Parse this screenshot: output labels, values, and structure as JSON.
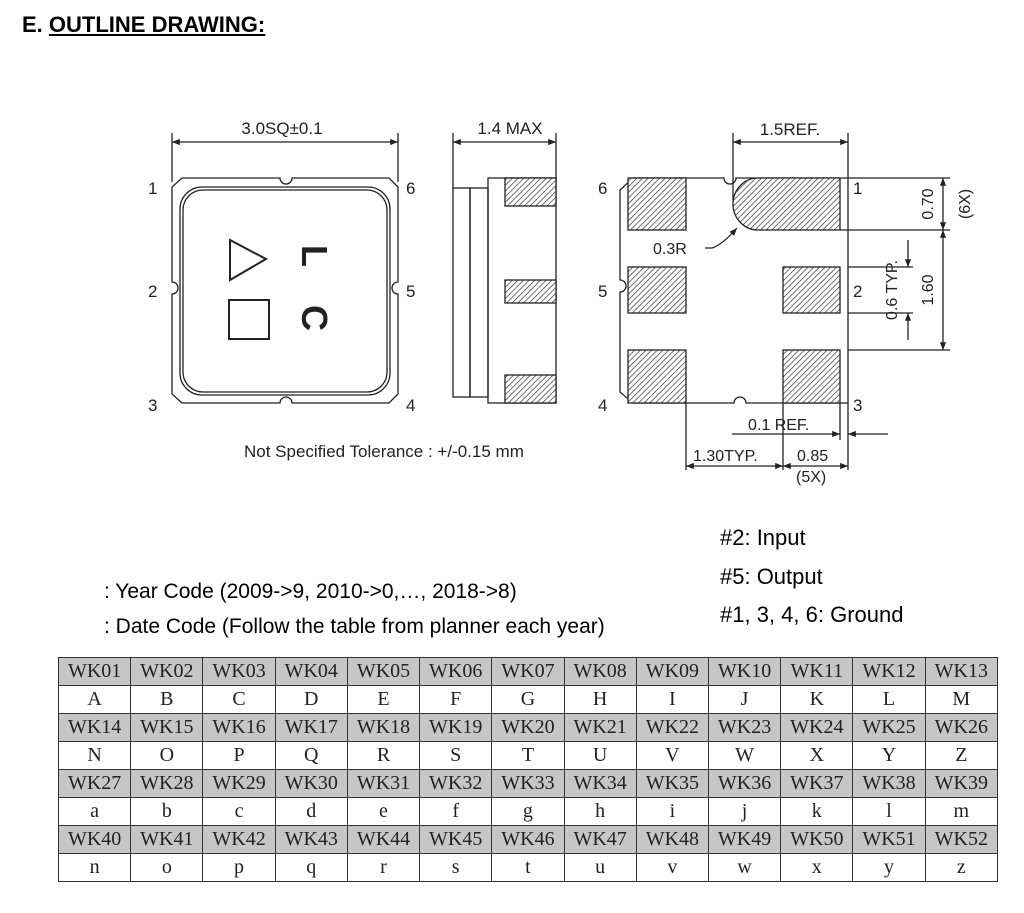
{
  "section": {
    "prefix": "E.",
    "title": "OUTLINE DRAWING:"
  },
  "drawing": {
    "top_view": {
      "dimension": "3.0SQ±0.1",
      "pins": [
        "1",
        "2",
        "3",
        "4",
        "5",
        "6"
      ],
      "marking": [
        "L",
        "C"
      ]
    },
    "side_view": {
      "dimension": "1.4 MAX"
    },
    "bottom_view": {
      "pins": [
        "1",
        "2",
        "3",
        "4",
        "5",
        "6"
      ],
      "dim_top": "1.5REF.",
      "dim_radius": "0.3R",
      "dim_pad_height": "0.70",
      "dim_pad_count": "(6X)",
      "dim_pitch": "1.60",
      "dim_side_pad": "0.6 TYP.",
      "dim_offset": "0.1 REF.",
      "dim_gap": "1.30TYP.",
      "dim_width": "0.85",
      "dim_width_count": "(5X)"
    },
    "tolerance_note": "Not Specified Tolerance : +/-0.15 mm"
  },
  "legend": {
    "year_code": ": Year Code (2009->9, 2010->0,…, 2018->8)",
    "date_code": ": Date Code (Follow the table from planner each year)"
  },
  "pin_functions": [
    "#2: Input",
    "#5: Output",
    "#1, 3, 4, 6: Ground"
  ],
  "date_table": [
    {
      "weeks": [
        "WK01",
        "WK02",
        "WK03",
        "WK04",
        "WK05",
        "WK06",
        "WK07",
        "WK08",
        "WK09",
        "WK10",
        "WK11",
        "WK12",
        "WK13"
      ],
      "codes": [
        "A",
        "B",
        "C",
        "D",
        "E",
        "F",
        "G",
        "H",
        "I",
        "J",
        "K",
        "L",
        "M"
      ]
    },
    {
      "weeks": [
        "WK14",
        "WK15",
        "WK16",
        "WK17",
        "WK18",
        "WK19",
        "WK20",
        "WK21",
        "WK22",
        "WK23",
        "WK24",
        "WK25",
        "WK26"
      ],
      "codes": [
        "N",
        "O",
        "P",
        "Q",
        "R",
        "S",
        "T",
        "U",
        "V",
        "W",
        "X",
        "Y",
        "Z"
      ]
    },
    {
      "weeks": [
        "WK27",
        "WK28",
        "WK29",
        "WK30",
        "WK31",
        "WK32",
        "WK33",
        "WK34",
        "WK35",
        "WK36",
        "WK37",
        "WK38",
        "WK39"
      ],
      "codes": [
        "a",
        "b",
        "c",
        "d",
        "e",
        "f",
        "g",
        "h",
        "i",
        "j",
        "k",
        "l",
        "m"
      ]
    },
    {
      "weeks": [
        "WK40",
        "WK41",
        "WK42",
        "WK43",
        "WK44",
        "WK45",
        "WK46",
        "WK47",
        "WK48",
        "WK49",
        "WK50",
        "WK51",
        "WK52"
      ],
      "codes": [
        "n",
        "o",
        "p",
        "q",
        "r",
        "s",
        "t",
        "u",
        "v",
        "w",
        "x",
        "y",
        "z"
      ]
    }
  ]
}
